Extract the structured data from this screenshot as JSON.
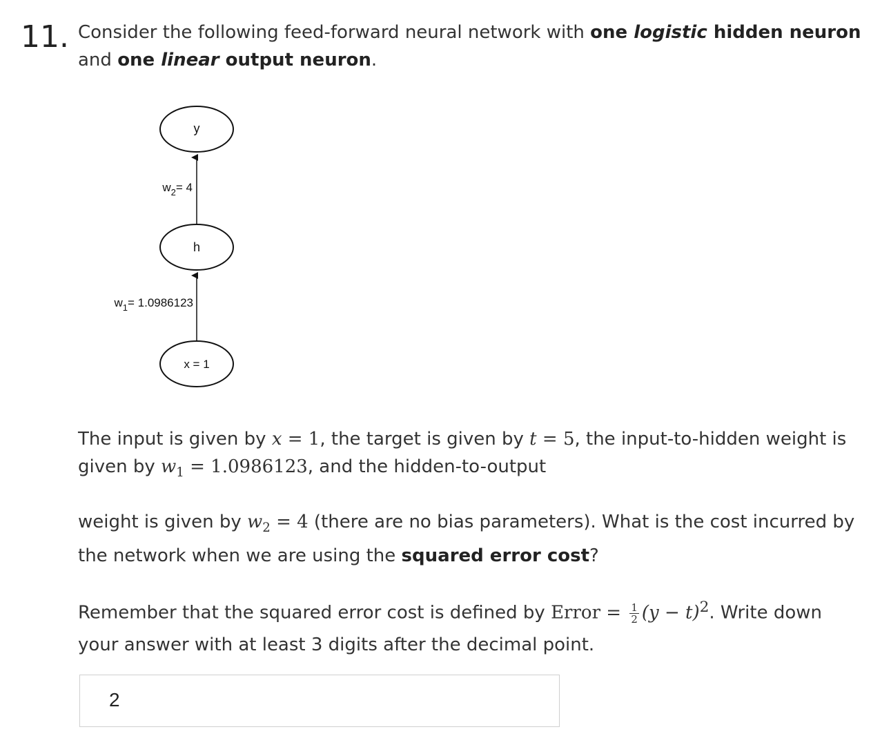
{
  "question": {
    "number": "11.",
    "intro_1": "Consider the following feed-forward neural network with ",
    "intro_bold_1": "one ",
    "intro_bold_italic_1": "logistic",
    "intro_bold_2": " hidden neuron",
    "intro_2": "and ",
    "intro_bold_3": "one ",
    "intro_bold_italic_2": "linear",
    "intro_bold_4": " output neuron",
    "intro_end": ".",
    "p2_a": "The input is given by ",
    "p2_x": "x",
    "p2_eq1": " = 1",
    "p2_b": ", the target is given by ",
    "p2_t": "t",
    "p2_eq2": " = 5",
    "p2_c": ", the input-to-hidden weight is given by ",
    "p2_w1": "w",
    "p2_w1_sub": "1",
    "p2_eq3": " = 1.0986123",
    "p2_d": ", and the hidden-to-output",
    "p3_a": "weight is given by ",
    "p3_w2": "w",
    "p3_w2_sub": "2",
    "p3_eq": " = 4",
    "p3_b": " (there are no bias parameters). What is the cost incurred by the network when we are using the ",
    "p3_bold": "squared error cost",
    "p3_end": "?",
    "p4_a": "Remember that the squared error cost is defined by ",
    "p4_error": "Error",
    "p4_eq": " = ",
    "p4_frac_num": "1",
    "p4_frac_den": "2",
    "p4_expr": "(y − t)",
    "p4_sup": "2",
    "p4_b": ". Write down your answer with at least 3 digits after the decimal point."
  },
  "diagram": {
    "node_y": "y",
    "node_h": "h",
    "node_x": "x = 1",
    "w2_label": "w",
    "w2_sub": "2",
    "w2_value": "= 4",
    "w1_label": "w",
    "w1_sub": "1",
    "w1_value": "= 1.0986123"
  },
  "answer": {
    "value": "2"
  }
}
